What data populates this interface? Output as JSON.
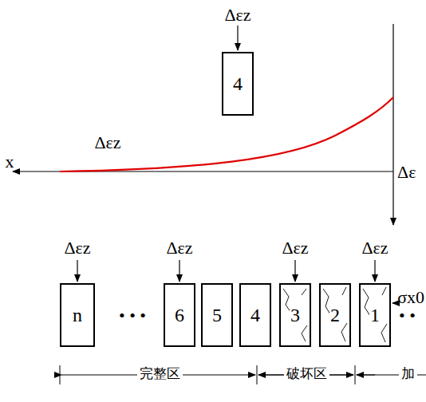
{
  "diagram": {
    "nodes": [
      {
        "text": [
          "4"
        ]
      },
      {
        "text": [
          "n"
        ]
      },
      {
        "text": [
          "6"
        ]
      },
      {
        "text": [
          "5"
        ]
      },
      {
        "text": [
          "4"
        ]
      },
      {
        "text": [
          "3"
        ]
      },
      {
        "text": [
          "2"
        ]
      },
      {
        "text": [
          "1"
        ]
      }
    ],
    "labels": [
      "Δεz",
      "x",
      "Δε",
      "Δεz",
      "Δεz",
      "Δεz",
      "Δεz",
      "Δεz",
      "• • •",
      "σx0",
      "• •",
      "完整区",
      "破坏区",
      "加"
    ]
  }
}
